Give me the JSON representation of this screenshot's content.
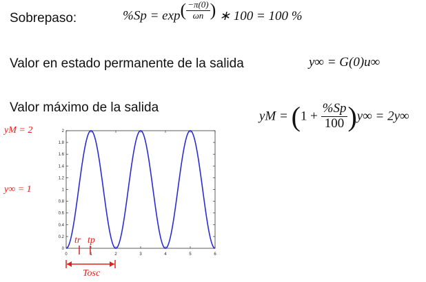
{
  "overshoot": {
    "label": "Sobrepaso:",
    "formula_lhs": "%Sp = exp",
    "exp_num": "−π(0)",
    "exp_den": "ωn",
    "formula_rhs": "∗ 100 = 100 %"
  },
  "steady_state": {
    "label": "Valor en estado permanente de la salida",
    "formula": "y∞ = G(0)u∞"
  },
  "max_value": {
    "label": "Valor máximo de la salida",
    "formula_lhs": "yM =",
    "paren_left": "(",
    "one_plus": "1 +",
    "frac_num": "%Sp",
    "frac_den": "100",
    "paren_right": ")",
    "formula_rhs": "y∞ = 2y∞"
  },
  "annotations": {
    "y_max": "yM = 2",
    "y_inf": "y∞ = 1",
    "t_r": "tr",
    "t_p": "tp",
    "t_osc": "Tosc"
  },
  "chart_data": {
    "type": "line",
    "x_ticks": [
      "0",
      "1",
      "2",
      "3",
      "4",
      "5",
      "6"
    ],
    "y_ticks": [
      "0",
      "0.2",
      "0.4",
      "0.6",
      "0.8",
      "1",
      "1.2",
      "1.4",
      "1.6",
      "1.8",
      "2"
    ],
    "xlim": [
      0,
      6
    ],
    "ylim": [
      0,
      2
    ],
    "function": "y = 1 - cos(pi * t)",
    "series": [
      {
        "x": [
          0,
          0.25,
          0.5,
          0.75,
          1,
          1.25,
          1.5,
          1.75,
          2,
          2.25,
          2.5,
          2.75,
          3,
          3.25,
          3.5,
          3.75,
          4,
          4.25,
          4.5,
          4.75,
          5,
          5.25,
          5.5,
          5.75,
          6
        ],
        "values": [
          0,
          0.29,
          1,
          1.71,
          2,
          1.71,
          1,
          0.29,
          0,
          0.29,
          1,
          1.71,
          2,
          1.71,
          1,
          0.29,
          0,
          0.29,
          1,
          1.71,
          2,
          1.71,
          1,
          0.29,
          0
        ]
      }
    ],
    "colors": {
      "line": "#2b2bd6",
      "annotation": "#e0201b"
    }
  }
}
